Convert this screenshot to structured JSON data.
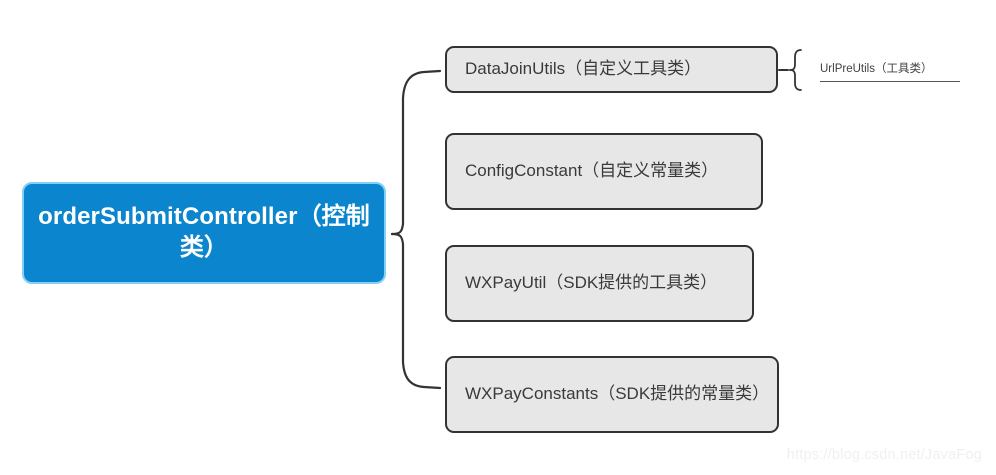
{
  "diagram": {
    "title": "orderSubmitController class dependency mind map",
    "background_color": "#ffffff",
    "root": {
      "label": "orderSubmitController（控制类）",
      "fill_color": "#0b85cd",
      "border_color": "#7fd2f5",
      "text_color": "#ffffff"
    },
    "children": [
      {
        "label": "DataJoinUtils（自定义工具类）",
        "fill_color": "#e7e7e7",
        "border_color": "#333333",
        "text_color": "#3a3a3a"
      },
      {
        "label": "ConfigConstant（自定义常量类）",
        "fill_color": "#e7e7e7",
        "border_color": "#333333",
        "text_color": "#3a3a3a"
      },
      {
        "label": "WXPayUtil（SDK提供的工具类）",
        "fill_color": "#e7e7e7",
        "border_color": "#333333",
        "text_color": "#3a3a3a"
      },
      {
        "label": "WXPayConstants（SDK提供的常量类）",
        "fill_color": "#e7e7e7",
        "border_color": "#333333",
        "text_color": "#3a3a3a"
      }
    ],
    "leaves": [
      {
        "label": "UrlPreUtils（工具类）",
        "parent": "DataJoinUtils（自定义工具类）",
        "text_color": "#3f3f3f"
      }
    ],
    "connectors": {
      "root_to_children": "curly-brace",
      "child_to_leaf": "small-curly-brace",
      "stroke_color": "#333333"
    }
  },
  "watermark": {
    "text": "https://blog.csdn.net/JavaFog",
    "color": "#f0f0f0"
  }
}
